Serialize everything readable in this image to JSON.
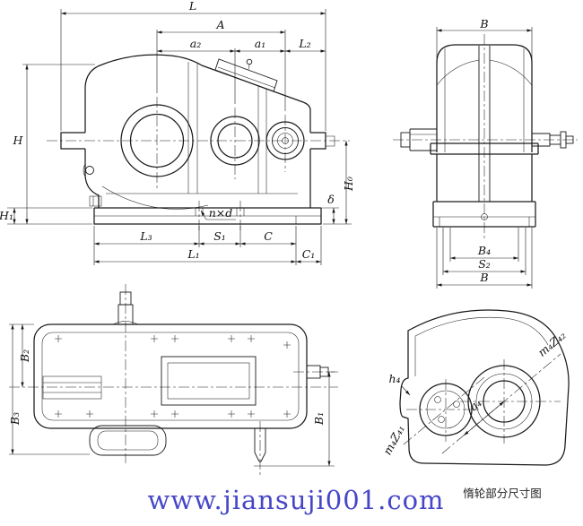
{
  "watermark": "www.jiansuji001.com",
  "caption": "惰轮部分尺寸图",
  "front": {
    "L": "L",
    "A": "A",
    "a2": "a₂",
    "a1": "a₁",
    "L2": "L₂",
    "H": "H",
    "H1": "H₁",
    "H0": "H₀",
    "delta": "δ",
    "nxd": "n×d",
    "L3": "L₃",
    "S1": "S₁",
    "C": "C",
    "L1": "L₁",
    "C1": "C₁"
  },
  "side": {
    "B_top": "B",
    "B4": "B₄",
    "S2": "S₂",
    "B_bottom": "B"
  },
  "top": {
    "B2": "B₂",
    "B3": "B₃",
    "B1": "B₁"
  },
  "idler": {
    "a4": "a₄",
    "h4": "h₄",
    "mZ42": "m₄Z₄₂",
    "mZ41": "m₄Z₄₁"
  }
}
